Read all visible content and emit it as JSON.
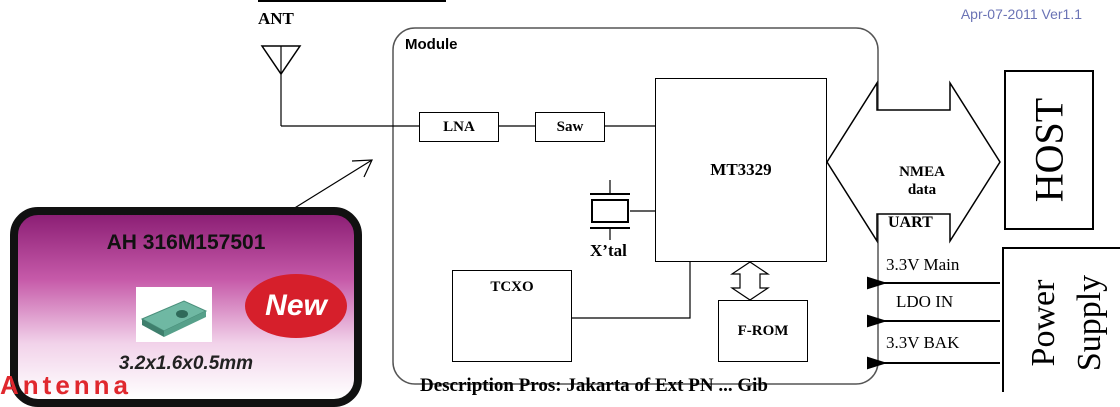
{
  "header": {
    "version": "Apr-07-2011   Ver1.1"
  },
  "labels": {
    "ant": "ANT",
    "module": "Module",
    "lna": "LNA",
    "saw": "Saw",
    "mt3329": "MT3329",
    "xtal": "X’tal",
    "tcxo": "TCXO",
    "from": "F-ROM",
    "nmea": "NMEA data",
    "uart": "UART",
    "host": "HOST",
    "power_word1": "Power",
    "power_word2": "Supply"
  },
  "power_pins": [
    "3.3V Main",
    "LDO IN",
    "3.3V BAK"
  ],
  "card": {
    "title": "AH 316M157501",
    "badge": "New",
    "dims": "3.2x1.6x0.5mm"
  },
  "footer": {
    "antenna_word": "Antenna",
    "caption": "Description  Pros: Jakarta  of  Ext  PN  ...  Gib"
  },
  "colors": {
    "version_text": "#6a73b5",
    "card_top": "#8c1f75",
    "badge": "#d61f2b",
    "antenna_text": "#e0282e"
  }
}
